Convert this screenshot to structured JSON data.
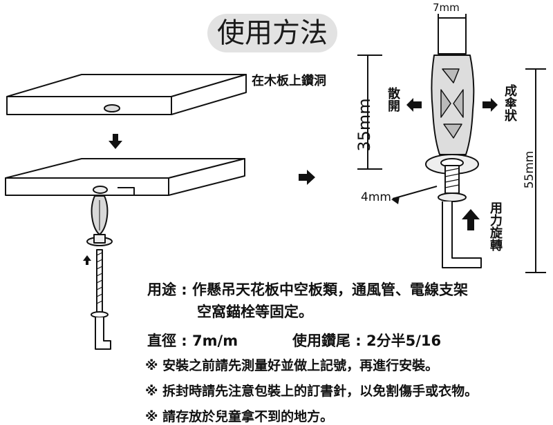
{
  "title": "使用方法",
  "labels": {
    "drill_hole": "在木板上鑽洞",
    "spread_open": "散開",
    "umbrella_shape": "成傘狀",
    "rotate": "用力旋轉",
    "dim_7mm": "7mm",
    "dim_35mm": "35mm",
    "dim_4mm": "4mm",
    "dim_55mm": "55mm"
  },
  "specs": {
    "usage_label": "用途",
    "usage_text_1": "作懸吊天花板中空板類，通風管、電線支架",
    "usage_text_2": "空窩錨栓等固定。",
    "diameter_label": "直徑",
    "diameter_value": "7m/m",
    "drill_label": "使用鑽尾",
    "drill_value": "2分半5/16"
  },
  "notes": [
    "※ 安裝之前請先測量好並做上記號，再進行安裝。",
    "※ 拆封時請先注意包裝上的訂書針，以免割傷手或衣物。",
    "※ 請存放於兒童拿不到的地方。"
  ],
  "icons": [
    "arrow-down-icon",
    "arrow-right-icon",
    "arrow-left-icon",
    "arrow-up-icon"
  ],
  "colors": {
    "line": "#111111",
    "fill": "#ffffff",
    "pill": "#e2e2e2",
    "shade": "#cccccc"
  }
}
